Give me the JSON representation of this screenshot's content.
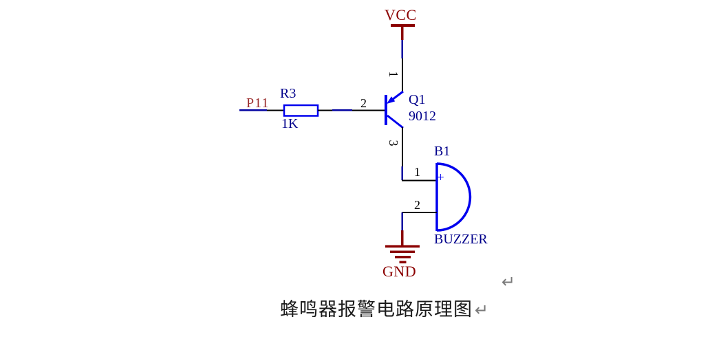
{
  "colors": {
    "symbol_blue": "#0000ee",
    "wire_blue": "#0000a0",
    "power_dark_red": "#8b0000",
    "net_label_red": "#9b2d2d",
    "designator_navy": "#00008b",
    "pin_number_black": "#000000",
    "caption_black": "#1a1a1a",
    "return_mark_gray": "#7a7a7a"
  },
  "schematic": {
    "power_ports": {
      "vcc": "VCC",
      "gnd": "GND"
    },
    "net_label": "P11",
    "resistor": {
      "designator": "R3",
      "value": "1K"
    },
    "transistor": {
      "designator": "Q1",
      "value": "9012",
      "pin_emitter": "1",
      "pin_base": "2",
      "pin_collector": "3"
    },
    "buzzer": {
      "designator": "B1",
      "value": "BUZZER",
      "plus_sign": "+",
      "pin_positive": "1",
      "pin_negative": "2"
    }
  },
  "caption": {
    "text": "蜂鸣器报警电路原理图",
    "return_mark": "↵"
  },
  "stray_return_mark": "↵"
}
